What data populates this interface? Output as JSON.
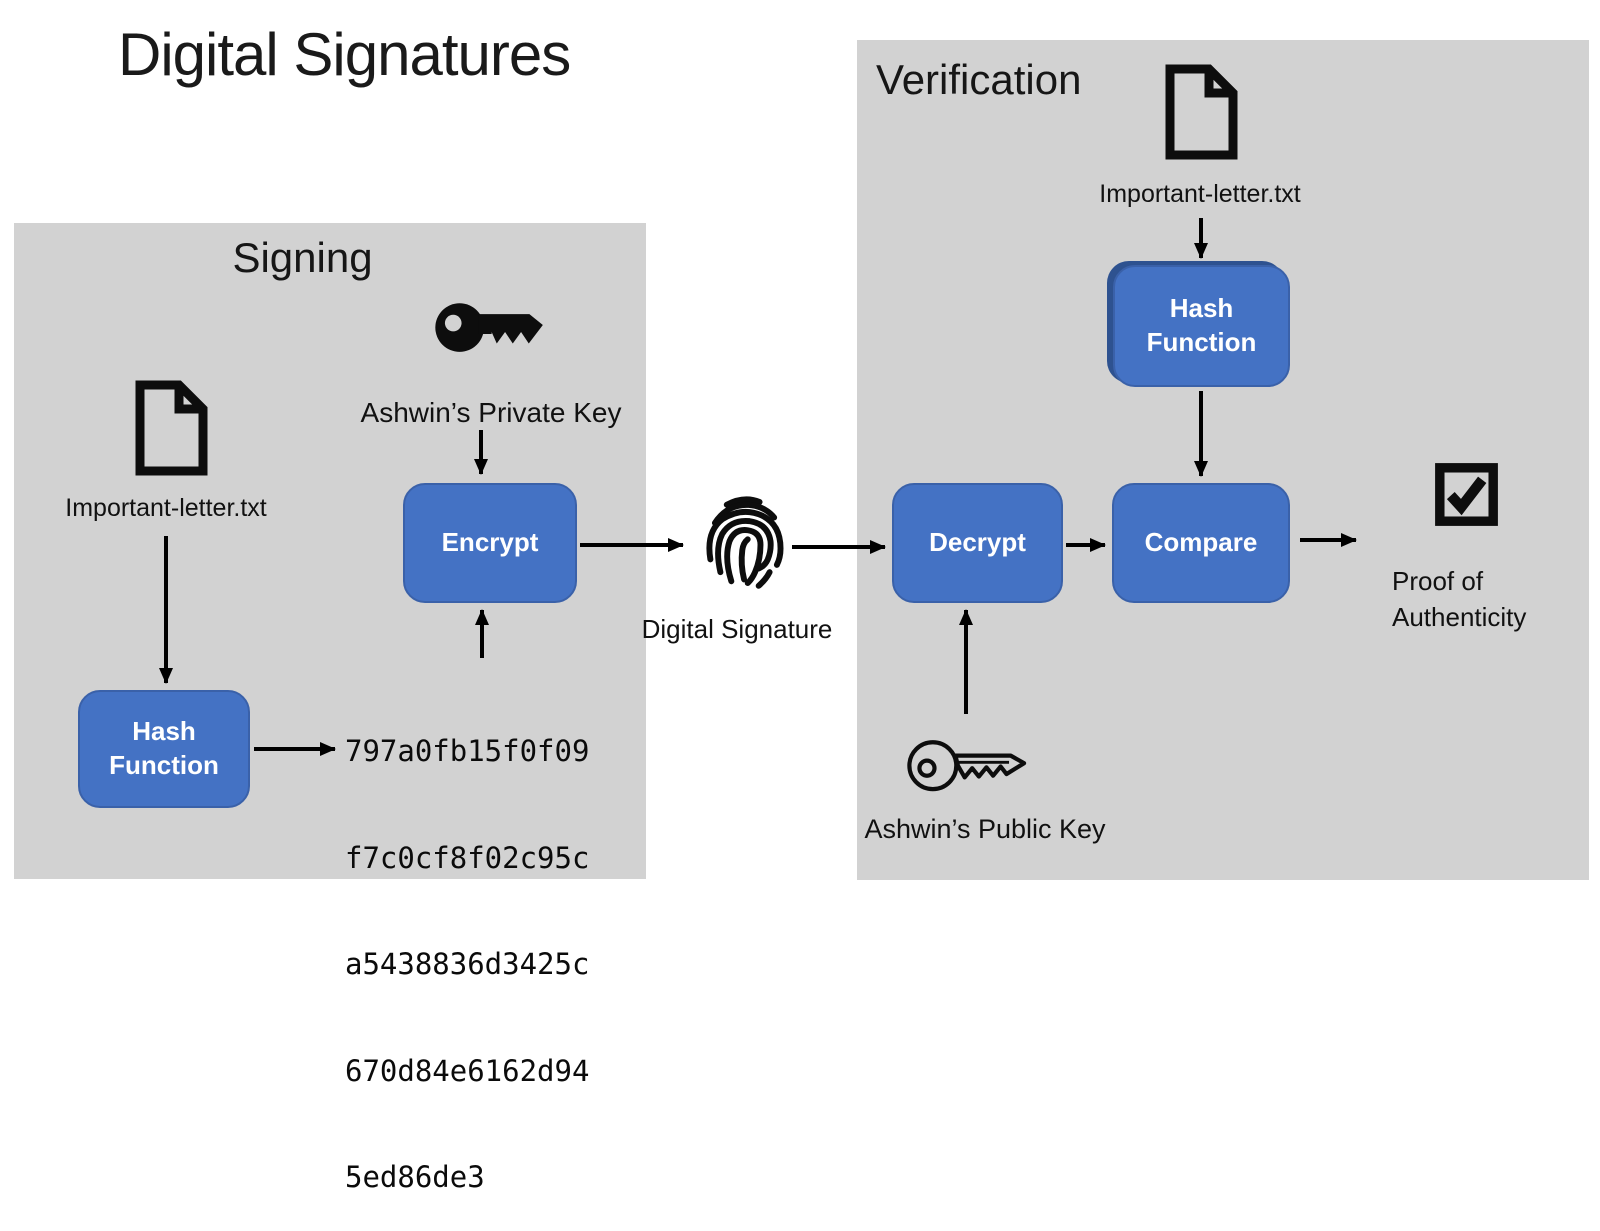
{
  "title": "Digital Signatures",
  "colors": {
    "panel_bg": "#d2d2d2",
    "box_blue": "#4472c4",
    "box_border": "#3a61a9",
    "box_shadow_blue": "#2e5290",
    "box_text": "#ffffff",
    "arrow": "#000000"
  },
  "signing": {
    "heading": "Signing",
    "document_label": "Important-letter.txt",
    "private_key_label": "Ashwin’s Private Key",
    "encrypt_label": "Encrypt",
    "hash_function_line1": "Hash",
    "hash_function_line2": "Function",
    "hash_lines": [
      "797a0fb15f0f09",
      "f7c0cf8f02c95c",
      "a5438836d3425c",
      "670d84e6162d94",
      "5ed86de3"
    ]
  },
  "middle": {
    "digital_signature_label": "Digital Signature"
  },
  "verification": {
    "heading": "Verification",
    "document_label": "Important-letter.txt",
    "hash_function_line1": "Hash",
    "hash_function_line2": "Function",
    "decrypt_label": "Decrypt",
    "compare_label": "Compare",
    "public_key_label": "Ashwin’s Public Key",
    "proof_line1": "Proof of",
    "proof_line2": "Authenticity"
  }
}
